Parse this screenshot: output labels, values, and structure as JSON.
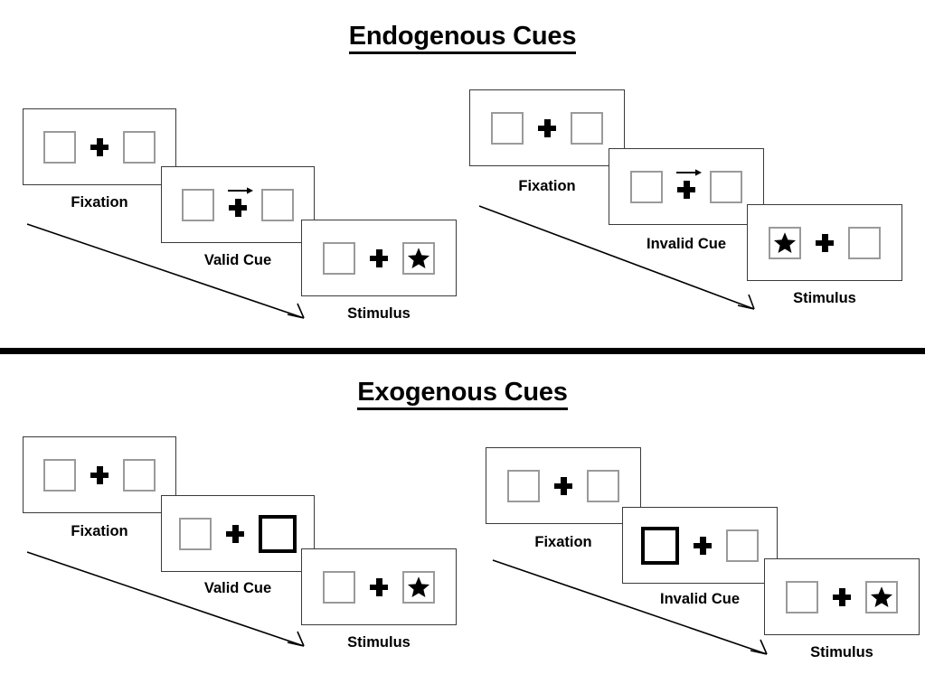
{
  "sections": [
    {
      "id": "endogenous",
      "title": "Endogenous Cues",
      "groups": [
        {
          "id": "endogenous-valid",
          "frames": [
            {
              "id": "fixation",
              "caption": "Fixation",
              "left_box": "empty",
              "right_box": "empty",
              "center": "plus",
              "cue": "none"
            },
            {
              "id": "valid-cue",
              "caption": "Valid Cue",
              "left_box": "empty",
              "right_box": "empty",
              "center": "plus",
              "cue": "arrow-right"
            },
            {
              "id": "stimulus",
              "caption": "Stimulus",
              "left_box": "empty",
              "right_box": "star",
              "center": "plus",
              "cue": "none"
            }
          ]
        },
        {
          "id": "endogenous-invalid",
          "frames": [
            {
              "id": "fixation",
              "caption": "Fixation",
              "left_box": "empty",
              "right_box": "empty",
              "center": "plus",
              "cue": "none"
            },
            {
              "id": "invalid-cue",
              "caption": "Invalid Cue",
              "left_box": "empty",
              "right_box": "empty",
              "center": "plus",
              "cue": "arrow-right"
            },
            {
              "id": "stimulus",
              "caption": "Stimulus",
              "left_box": "star",
              "right_box": "empty",
              "center": "plus",
              "cue": "none"
            }
          ]
        }
      ]
    },
    {
      "id": "exogenous",
      "title": "Exogenous Cues",
      "groups": [
        {
          "id": "exogenous-valid",
          "frames": [
            {
              "id": "fixation",
              "caption": "Fixation",
              "left_box": "empty",
              "right_box": "empty",
              "center": "plus",
              "cue": "none"
            },
            {
              "id": "valid-cue",
              "caption": "Valid Cue",
              "left_box": "empty",
              "right_box": "highlight",
              "center": "plus",
              "cue": "none"
            },
            {
              "id": "stimulus",
              "caption": "Stimulus",
              "left_box": "empty",
              "right_box": "star",
              "center": "plus",
              "cue": "none"
            }
          ]
        },
        {
          "id": "exogenous-invalid",
          "frames": [
            {
              "id": "fixation",
              "caption": "Fixation",
              "left_box": "empty",
              "right_box": "empty",
              "center": "plus",
              "cue": "none"
            },
            {
              "id": "invalid-cue",
              "caption": "Invalid Cue",
              "left_box": "highlight",
              "right_box": "empty",
              "center": "plus",
              "cue": "none"
            },
            {
              "id": "stimulus",
              "caption": "Stimulus",
              "left_box": "empty",
              "right_box": "star",
              "center": "plus",
              "cue": "none"
            }
          ]
        }
      ]
    }
  ],
  "colors": {
    "background": "#ffffff",
    "frame_border": "#3a3a3a",
    "box_border": "#9a9a9a",
    "highlight_border": "#000000",
    "text": "#000000",
    "divider": "#000000"
  },
  "icons": {
    "fixation_cross": "plus-icon",
    "arrow_cue": "arrow-right-icon",
    "stimulus": "star-icon",
    "time_arrow": "diagonal-arrow-icon"
  }
}
